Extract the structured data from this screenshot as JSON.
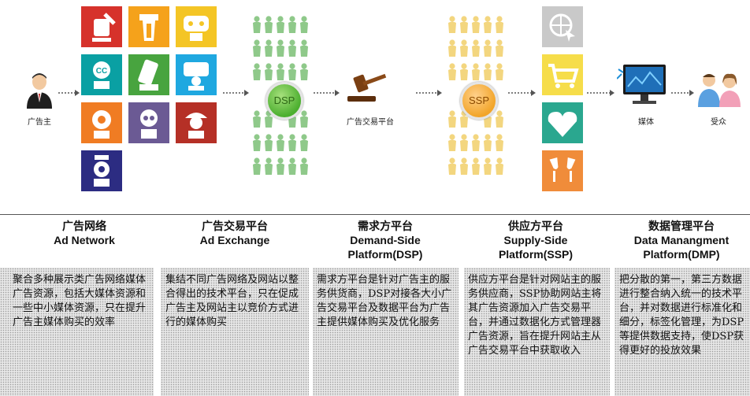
{
  "labels": {
    "advertiser": "广告主",
    "ad_exchange_platform": "广告交易平台",
    "media": "媒体",
    "audience": "受众",
    "dsp_badge": "DSP",
    "ssp_badge": "SSP"
  },
  "columns": [
    {
      "title_cn": "广告网络",
      "title_en": [
        "Ad Network"
      ],
      "description": "聚合多种展示类广告网络媒体广告资源，包括大媒体资源和一些中小媒体资源，只在提升广告主媒体购买的效率"
    },
    {
      "title_cn": "广告交易平台",
      "title_en": [
        "Ad Exchange"
      ],
      "description": "集结不同广告网络及网站以整合得出的技术平台，只在促成广告主及网站主以竞价方式进行的媒体购买"
    },
    {
      "title_cn": "需求方平台",
      "title_en": [
        "Demand-Side",
        "Platform(DSP)"
      ],
      "description": "需求方平台是针对广告主的服务供货商，DSP对接各大小广告交易平台及数据平台为广告主提供媒体购买及优化服务"
    },
    {
      "title_cn": "供应方平台",
      "title_en": [
        "Supply-Side",
        "Platform(SSP)"
      ],
      "description": "供应方平台是针对网站主的服务供应商，SSP协助网站主将其广告资源加入广告交易平台，并通过数据化方式管理器广告资源，旨在提升网站主从广告交易平台中获取收入"
    },
    {
      "title_cn": "数据管理平台",
      "title_en": [
        "Data Manangment",
        "Platform(DMP)"
      ],
      "description": "把分散的第一，第三方数据进行整合纳入统一的技术平台，并对数据进行标准化和细分，标签化管理，为DSP等提供数据支持，使DSP获得更好的投放效果"
    }
  ],
  "colors": {
    "dsp_people": "#8fc98a",
    "dsp_badge": "#4caf2f",
    "ssp_people": "#f3d67f",
    "ssp_badge": "#f2a52a",
    "network_tiles": [
      "#d6322b",
      "#f5a21b",
      "#f4c525",
      "#0aa0a3",
      "#48a43f",
      "#1fa8e0",
      "#f07c23",
      "#6b5a94",
      "#b53026",
      "#2c2c82"
    ],
    "media_tiles": [
      "#c9c9c9",
      "#f6dd4a",
      "#2aa78f",
      "#f08c3a"
    ]
  },
  "icons": {
    "network_tiles": [
      "cup-icon",
      "bottle-icon",
      "gamepad-icon",
      "cc-icon",
      "phone-icon",
      "chat-icon",
      "camera-icon",
      "grandma-icon",
      "cap-icon",
      "webcam-icon"
    ],
    "media_tiles": [
      "globe-cursor-icon",
      "shopping-cart-icon",
      "handshake-heart-icon",
      "wine-glasses-icon"
    ]
  }
}
